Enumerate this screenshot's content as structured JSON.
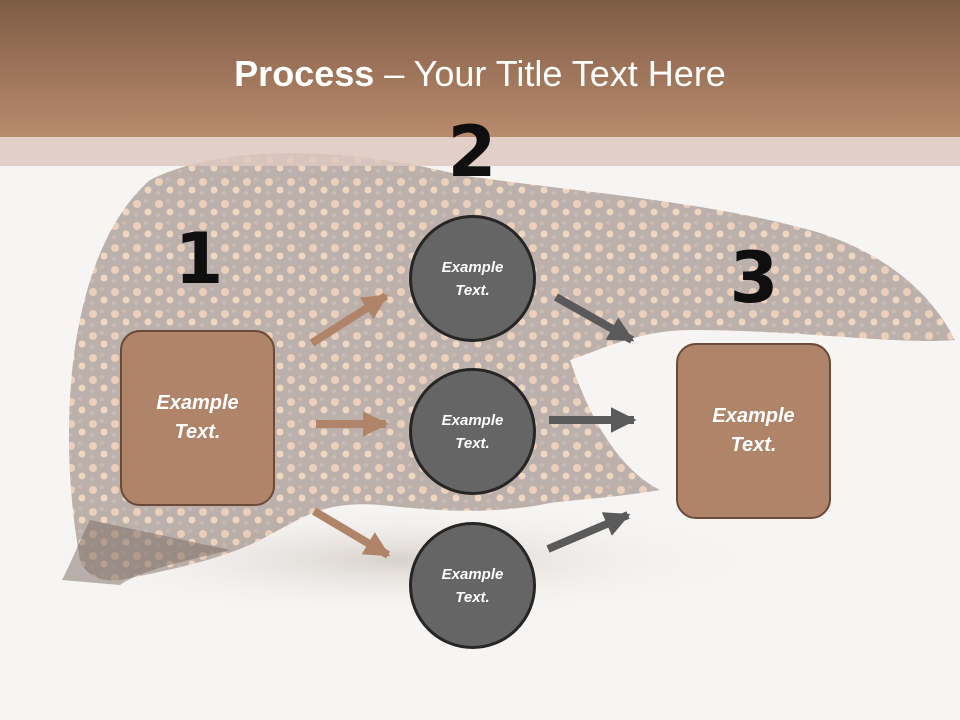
{
  "title": {
    "bold": "Process",
    "rest": " – Your Title Text Here"
  },
  "steps": [
    {
      "number": "1",
      "text": "Example Text."
    },
    {
      "number": "2"
    },
    {
      "number": "3",
      "text": "Example Text."
    }
  ],
  "circles": [
    {
      "text": "Example Text."
    },
    {
      "text": "Example Text."
    },
    {
      "text": "Example Text."
    }
  ],
  "colors": {
    "header": "#9a7157",
    "box_fill": "#b08468",
    "circle_fill": "#656565",
    "arrow_in": "#b08468",
    "arrow_out": "#5a5a5a"
  }
}
